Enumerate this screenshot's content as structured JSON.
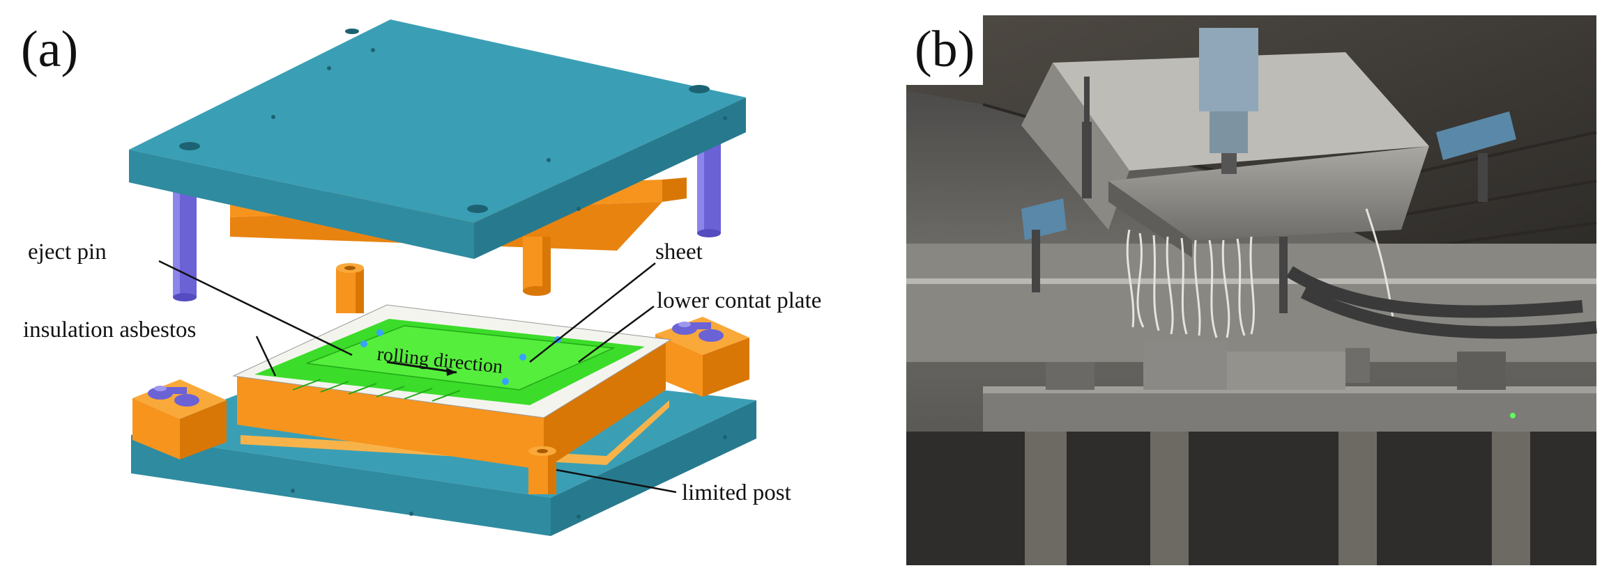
{
  "panel_a": {
    "label": "(a)",
    "callouts": {
      "eject_pin": "eject pin",
      "sheet": "sheet",
      "lower_contact_plate": "lower contat plate",
      "insulation": "insulation asbestos",
      "rolling_direction": "rolling direction",
      "limited_post": "limited post"
    }
  },
  "panel_b": {
    "label": "(b)"
  },
  "colors": {
    "plate_teal": "#3a9fb5",
    "plate_teal_dark": "#2b7f93",
    "plate_teal_side": "#34879c",
    "orange": "#f7941d",
    "orange_dark": "#d97706",
    "post_purple": "#6b62d6",
    "sheet_green": "#3cdc2a",
    "sheet_green_dark": "#22a817"
  }
}
